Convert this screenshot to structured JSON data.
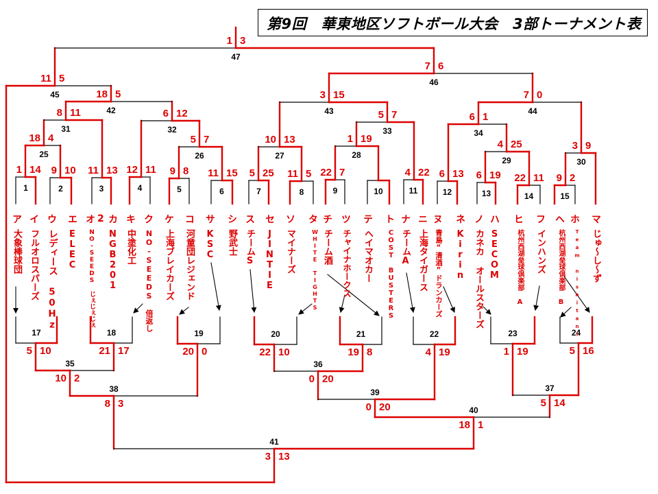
{
  "title": "第9回　華東地区ソフトボール大会　3部トーナメント表",
  "colors": {
    "winner": "#dd0000",
    "line": "#000000"
  },
  "stray_label": "2",
  "teams": [
    {
      "kana": "ア",
      "name": "大象棒球団"
    },
    {
      "kana": "イ",
      "name": "フルオロスパーズ"
    },
    {
      "kana": "ウ",
      "name": "レディース 50Hz"
    },
    {
      "kana": "エ",
      "name": "ELEC"
    },
    {
      "kana": "オ",
      "name": "NO-SEEDS じぇじぇじぇ"
    },
    {
      "kana": "カ",
      "name": "NGB201"
    },
    {
      "kana": "キ",
      "name": "中塗化工"
    },
    {
      "kana": "ク",
      "name": "NO-SEEDS 倍返し"
    },
    {
      "kana": "ケ",
      "name": "上海ブレイカーズ"
    },
    {
      "kana": "コ",
      "name": "河童団レジェンド"
    },
    {
      "kana": "サ",
      "name": "KSC"
    },
    {
      "kana": "シ",
      "name": "野武士"
    },
    {
      "kana": "ス",
      "name": "チームS"
    },
    {
      "kana": "セ",
      "name": "JINTIE"
    },
    {
      "kana": "ソ",
      "name": "マイナーズ"
    },
    {
      "kana": "タ",
      "name": "WHITE TIGHTS"
    },
    {
      "kana": "チ",
      "name": "チーム酒"
    },
    {
      "kana": "ツ",
      "name": "チャイナホークス"
    },
    {
      "kana": "テ",
      "name": "ヘイマオカー"
    },
    {
      "kana": "ト",
      "name": "COST BUSTERS"
    },
    {
      "kana": "ナ",
      "name": "チームA"
    },
    {
      "kana": "ニ",
      "name": "上海タイガース"
    },
    {
      "kana": "ヌ",
      "name": "青島“清酒”ドランカーズ"
    },
    {
      "kana": "ネ",
      "name": "Kirin"
    },
    {
      "kana": "ノ",
      "name": "カネカ オールスターズ"
    },
    {
      "kana": "ハ",
      "name": "SECOM"
    },
    {
      "kana": "ヒ",
      "name": "杭州西湖垒球倶楽部 A"
    },
    {
      "kana": "フ",
      "name": "インハンズ"
    },
    {
      "kana": "ヘ",
      "name": "杭州西湖垒球倶楽部 B"
    },
    {
      "kana": "ホ",
      "name": "Team nishitani"
    },
    {
      "kana": "マ",
      "name": "じゅ～し～ず"
    }
  ],
  "matches": [
    {
      "no": "1",
      "scores": [
        "1",
        "14"
      ],
      "winner": "right"
    },
    {
      "no": "2",
      "scores": [
        "9",
        "10"
      ],
      "winner": "right"
    },
    {
      "no": "3",
      "scores": [
        "11",
        "13"
      ],
      "winner": "right"
    },
    {
      "no": "4",
      "scores": [
        "12",
        "11"
      ],
      "winner": "left"
    },
    {
      "no": "5",
      "scores": [
        "9",
        "8"
      ],
      "winner": "left"
    },
    {
      "no": "6",
      "scores": [
        "11",
        "15"
      ],
      "winner": "right"
    },
    {
      "no": "7",
      "scores": [
        "5",
        "25"
      ],
      "winner": "right"
    },
    {
      "no": "8",
      "scores": [
        "11",
        "5"
      ],
      "winner": "left"
    },
    {
      "no": "9",
      "scores": [
        "22",
        "7"
      ],
      "winner": "left"
    },
    {
      "no": "10",
      "scores": null,
      "winner": "right"
    },
    {
      "no": "11",
      "scores": [
        "4",
        "22"
      ],
      "winner": "right"
    },
    {
      "no": "12",
      "scores": [
        "6",
        "13"
      ],
      "winner": "right"
    },
    {
      "no": "13",
      "scores": [
        "6",
        "19"
      ],
      "winner": "right"
    },
    {
      "no": "14",
      "scores": [
        "22",
        "11"
      ],
      "winner": "left"
    },
    {
      "no": "15",
      "scores": [
        "9",
        "2"
      ],
      "winner": "left"
    },
    {
      "no": "17",
      "scores": [
        "5",
        "10"
      ],
      "winner": "right"
    },
    {
      "no": "18",
      "scores": [
        "21",
        "17"
      ],
      "winner": "left"
    },
    {
      "no": "19",
      "scores": [
        "20",
        "0"
      ],
      "winner": "left"
    },
    {
      "no": "20",
      "scores": [
        "22",
        "10"
      ],
      "winner": "left"
    },
    {
      "no": "21",
      "scores": [
        "19",
        "8"
      ],
      "winner": "left"
    },
    {
      "no": "22",
      "scores": [
        "4",
        "19"
      ],
      "winner": "right"
    },
    {
      "no": "23",
      "scores": [
        "1",
        "19"
      ],
      "winner": "right"
    },
    {
      "no": "24",
      "scores": [
        "5",
        "16"
      ],
      "winner": "right"
    },
    {
      "no": "25",
      "scores": [
        "18",
        "4"
      ],
      "winner": "left"
    },
    {
      "no": "26",
      "scores": [
        "5",
        "7"
      ],
      "winner": "right"
    },
    {
      "no": "27",
      "scores": [
        "10",
        "13"
      ],
      "winner": "right"
    },
    {
      "no": "28",
      "scores": [
        "1",
        "19"
      ],
      "winner": "right"
    },
    {
      "no": "29",
      "scores": [
        "4",
        "25"
      ],
      "winner": "right"
    },
    {
      "no": "30",
      "scores": [
        "3",
        "9"
      ],
      "winner": "right"
    },
    {
      "no": "31",
      "scores": [
        "8",
        "11"
      ],
      "winner": "right"
    },
    {
      "no": "32",
      "scores": [
        "6",
        "12"
      ],
      "winner": "right"
    },
    {
      "no": "33",
      "scores": [
        "5",
        "7"
      ],
      "winner": "right"
    },
    {
      "no": "34",
      "scores": [
        "6",
        "1"
      ],
      "winner": "left"
    },
    {
      "no": "35",
      "scores": [
        "10",
        "2"
      ],
      "winner": "left"
    },
    {
      "no": "36",
      "scores": [
        "0",
        "20"
      ],
      "winner": "right"
    },
    {
      "no": "37",
      "scores": [
        "5",
        "14"
      ],
      "winner": "right"
    },
    {
      "no": "38",
      "scores": [
        "8",
        "3"
      ],
      "winner": "left"
    },
    {
      "no": "39",
      "scores": [
        "0",
        "20"
      ],
      "winner": "right"
    },
    {
      "no": "40",
      "scores": [
        "18",
        "1"
      ],
      "winner": "left"
    },
    {
      "no": "41",
      "scores": [
        "3",
        "13"
      ],
      "winner": "right"
    },
    {
      "no": "42",
      "scores": [
        "18",
        "5"
      ],
      "winner": "left"
    },
    {
      "no": "43",
      "scores": [
        "3",
        "15"
      ],
      "winner": "right"
    },
    {
      "no": "44",
      "scores": [
        "7",
        "0"
      ],
      "winner": "left"
    },
    {
      "no": "45",
      "scores": [
        "11",
        "5"
      ],
      "winner": "left"
    },
    {
      "no": "46",
      "scores": [
        "7",
        "6"
      ],
      "winner": "left"
    },
    {
      "no": "47",
      "scores": [
        "1",
        "3"
      ],
      "winner": "right"
    }
  ]
}
